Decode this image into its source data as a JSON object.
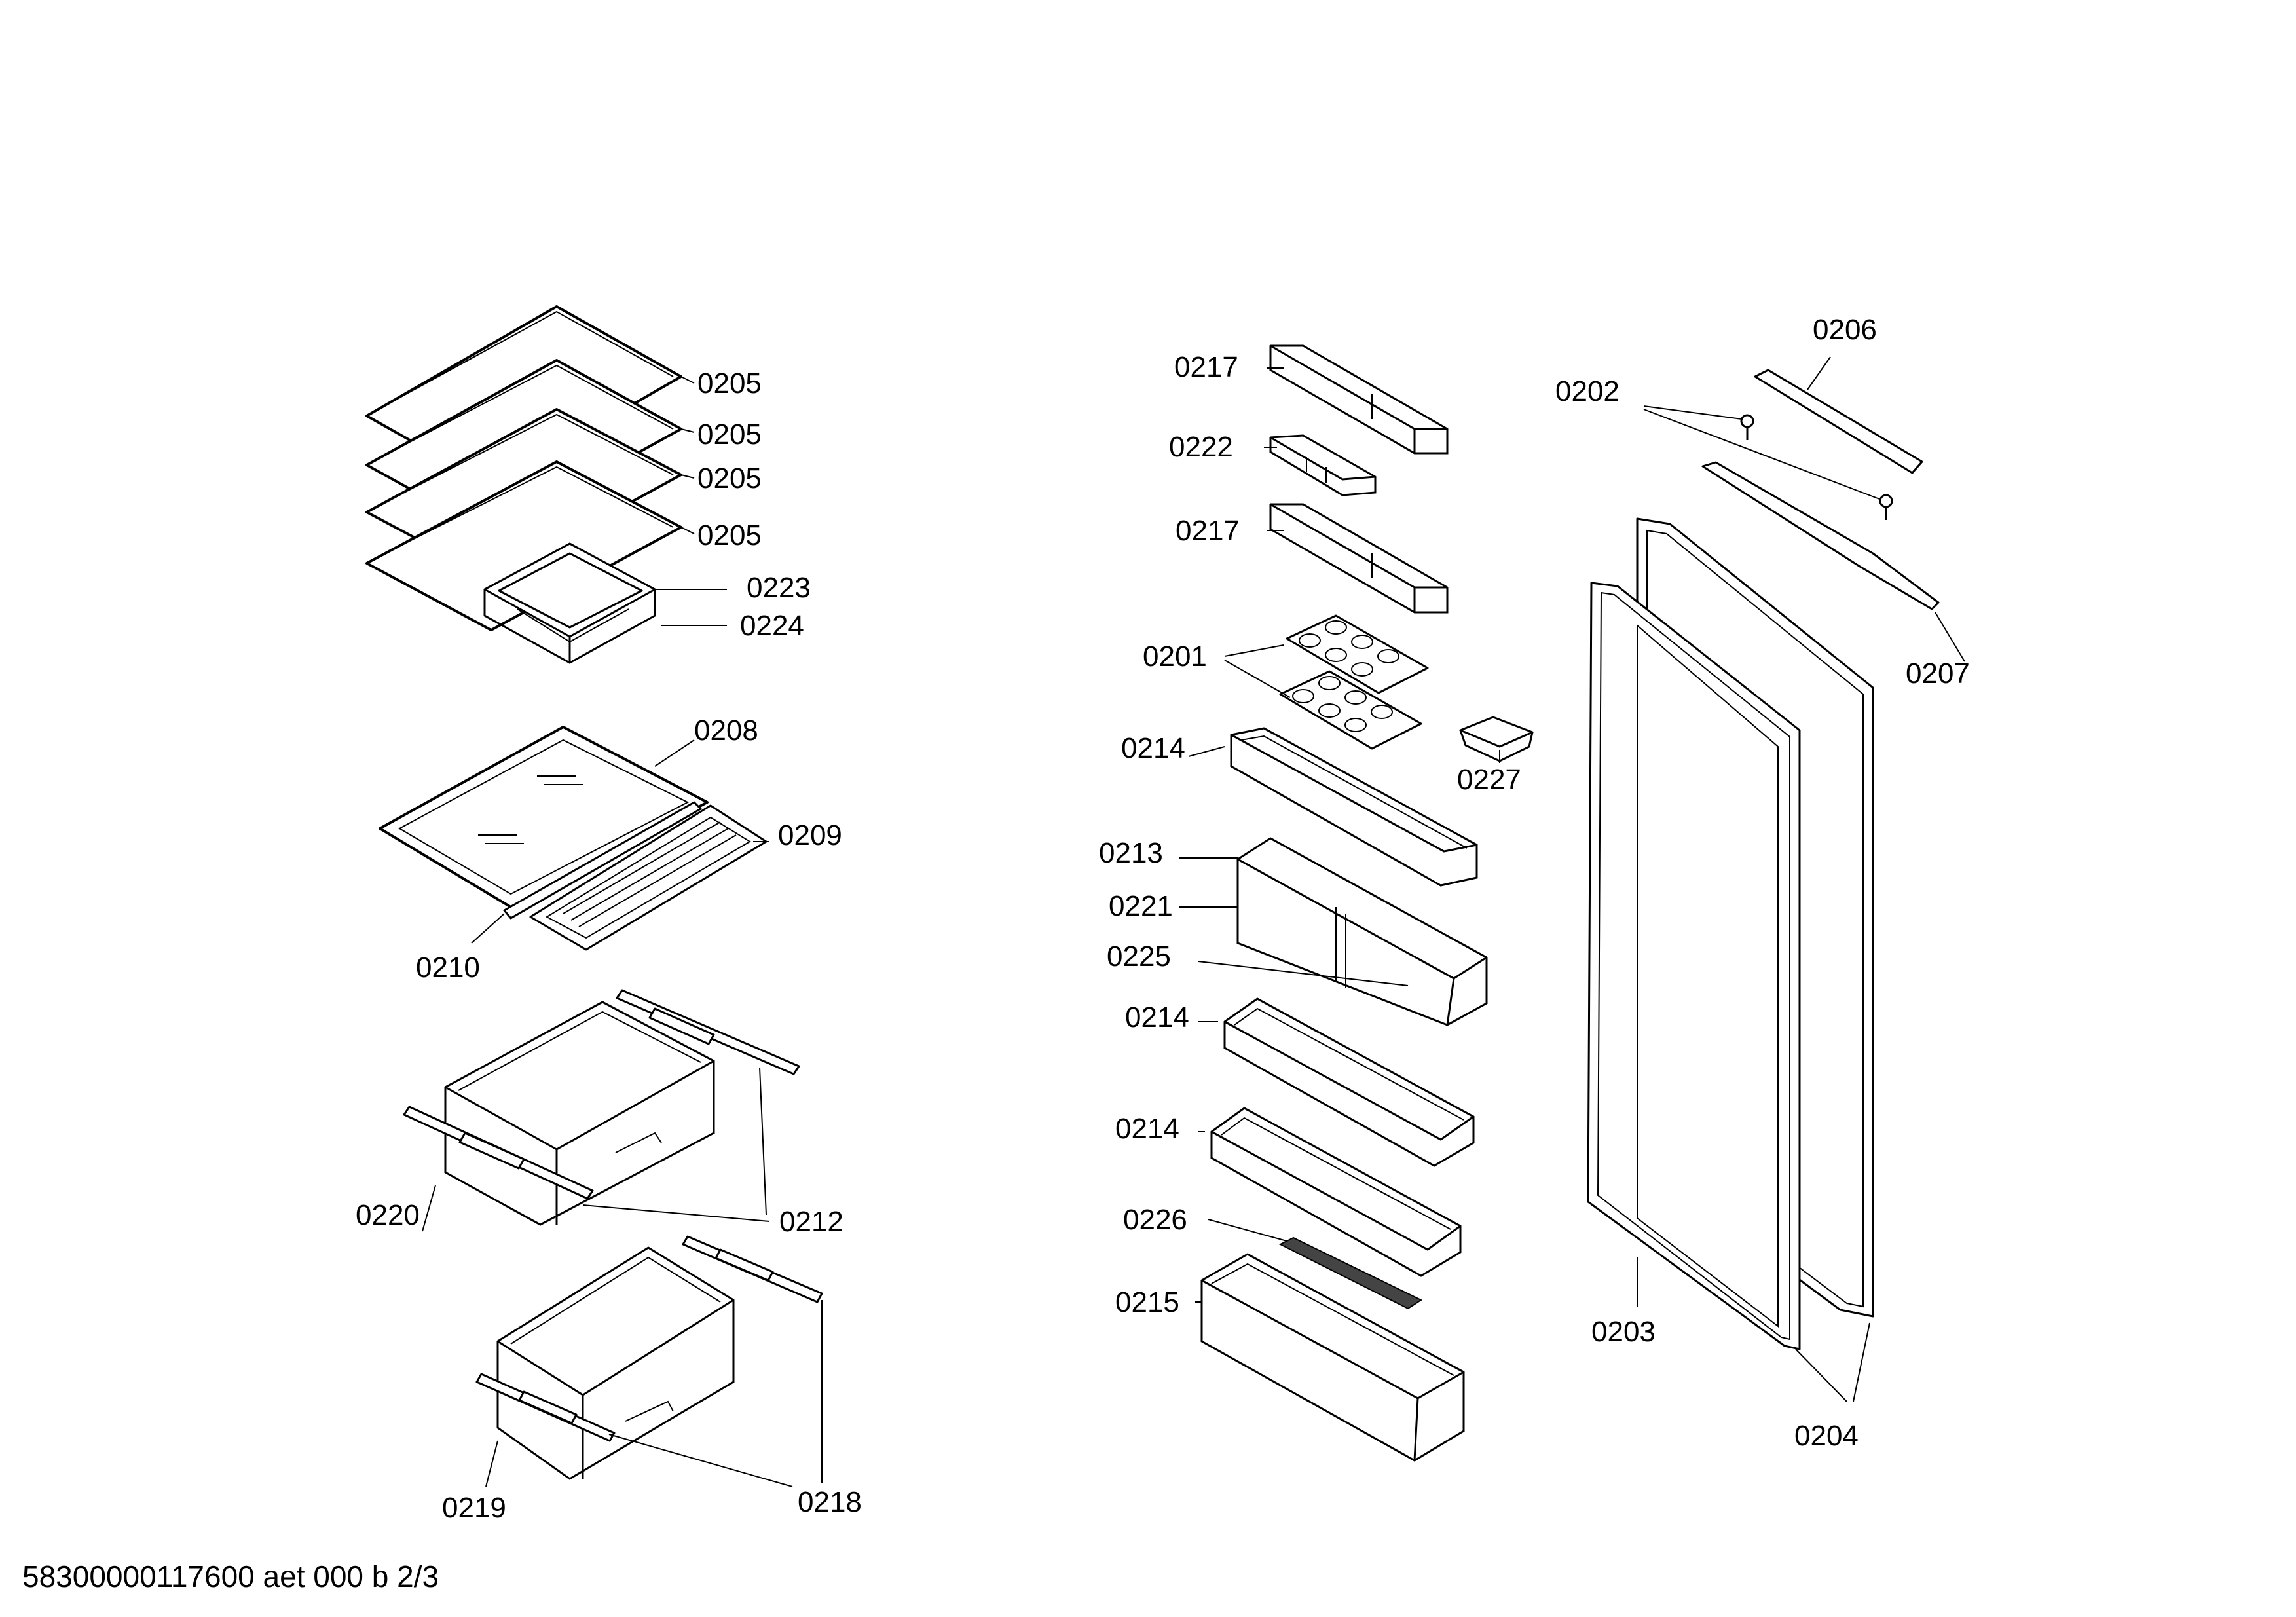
{
  "labels": [
    "0205",
    "0205",
    "0205",
    "0205",
    "0223",
    "0224",
    "0208",
    "0209",
    "0210",
    "0212",
    "0220",
    "0218",
    "0219",
    "0217",
    "0222",
    "0217",
    "0201",
    "0227",
    "0214",
    "0213",
    "0221",
    "0225",
    "0214",
    "0214",
    "0226",
    "0215",
    "0206",
    "0202",
    "0207",
    "0203",
    "0204"
  ],
  "footer": "58300000117600 aet 000 b 2/3"
}
